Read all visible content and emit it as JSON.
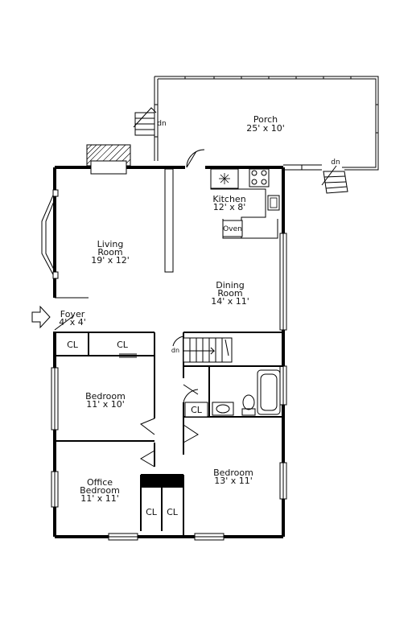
{
  "rooms": {
    "porch": {
      "name": "Porch",
      "dims": "25' x 10'"
    },
    "kitchen": {
      "name": "Kitchen",
      "dims": "12' x 8'"
    },
    "living": {
      "name1": "Living",
      "name2": "Room",
      "dims": "19' x 12'"
    },
    "dining": {
      "name1": "Dining",
      "name2": "Room",
      "dims": "14' x 11'"
    },
    "foyer": {
      "name": "Foyer",
      "dims": "4' x 4'"
    },
    "bedroom1": {
      "name": "Bedroom",
      "dims": "11' x 10'"
    },
    "office": {
      "name1": "Office",
      "name2": "Bedroom",
      "dims": "11' x 11'"
    },
    "bedroom2": {
      "name": "Bedroom",
      "dims": "13' x 11'"
    }
  },
  "closets": [
    "CL",
    "CL",
    "CL",
    "CL",
    "CL"
  ],
  "appliances": {
    "oven": "Oven"
  },
  "stairs": {
    "down1": "dn",
    "down2": "dn",
    "down3": "dn"
  }
}
